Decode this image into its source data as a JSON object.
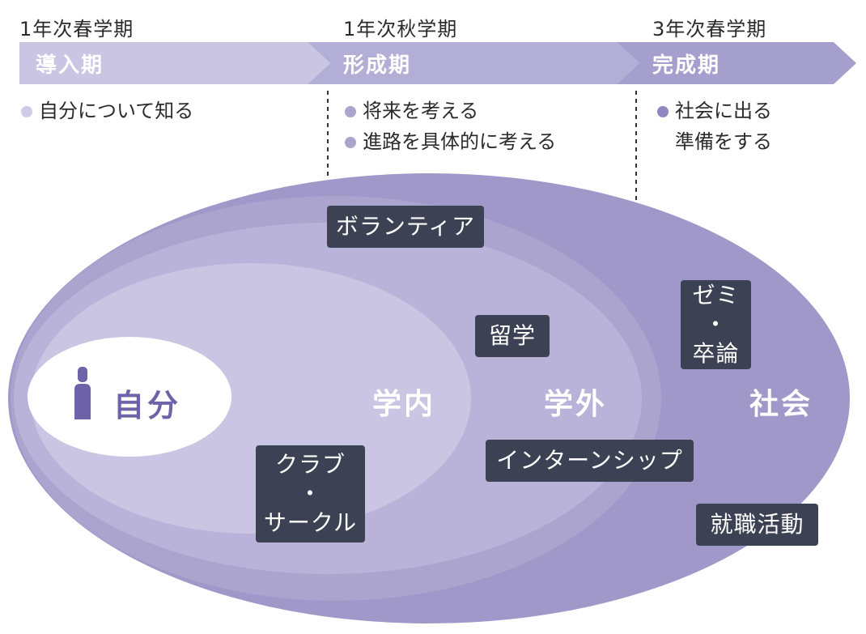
{
  "colors": {
    "arrow_stage1": "#c9c5e2",
    "arrow_stage2": "#b3aed5",
    "arrow_stage3": "#a59fcd",
    "ring_society": "#9f98c8",
    "ring_outer_band": "#aaa4cf",
    "ring_outside_campus": "#b9b3d9",
    "ring_campus": "#c9c5e3",
    "self_area": "#ffffff",
    "activity_box": "#3c4253",
    "self_accent": "#6e62a8",
    "dot_stage1": "#cfcbe6",
    "dot_stage2": "#aaa4cf",
    "dot_stage3": "#8f87c0"
  },
  "timeline": {
    "phases": [
      {
        "term": "1年次春学期",
        "stage": "導入期",
        "goals": [
          "自分について知る"
        ]
      },
      {
        "term": "1年次秋学期",
        "stage": "形成期",
        "goals": [
          "将来を考える",
          "進路を具体的に考える"
        ]
      },
      {
        "term": "3年次春学期",
        "stage": "完成期",
        "goals": [
          "社会に出る",
          "準備をする"
        ]
      }
    ]
  },
  "zones": {
    "self": "自分",
    "campus": "学内",
    "outside": "学外",
    "society": "社会"
  },
  "activities": {
    "volunteer": "ボランティア",
    "study_abroad": "留学",
    "seminar_line1": "ゼミ",
    "seminar_line2": "・",
    "seminar_line3": "卒論",
    "club_line1": "クラブ",
    "club_line2": "・",
    "club_line3": "サークル",
    "internship": "インターンシップ",
    "job_hunting": "就職活動"
  },
  "icons": {
    "self": "person-icon"
  }
}
